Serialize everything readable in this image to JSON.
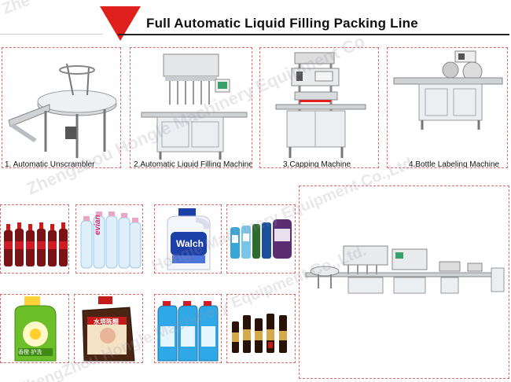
{
  "header": {
    "title": "Full Automatic Liquid  Filling Packing Line",
    "accent_color": "#e0201c"
  },
  "machines": [
    {
      "caption": "1.   Automatic Unscrambler",
      "icon": "unscrambler-table-icon"
    },
    {
      "caption": "2.Automatic Liquid Filling Machine",
      "icon": "filling-machine-icon"
    },
    {
      "caption": "3.Capping Machine",
      "icon": "capping-machine-icon"
    },
    {
      "caption": "4.Bottle Labeling Machine",
      "icon": "labeling-machine-icon"
    }
  ],
  "products": {
    "evian_label": "evian",
    "walch_label": "Walch",
    "rice_vinegar_label": "水塔陈醋",
    "chinese_small": "香橙·护洗"
  },
  "watermark": {
    "text_main": "Zhengzhou Hongle Machinery Equipment Co.,Ltd.",
    "text_partial_a": "Zhengzhou Hongle Machinery Equipment Co",
    "text_partial_b": "Hongle Machinery Equipment Co.,Ltd.",
    "text_partial_c": "ZhengZhou Hongle Machinery Equipment Co.,Ltd.",
    "text_top": "Zhe"
  }
}
